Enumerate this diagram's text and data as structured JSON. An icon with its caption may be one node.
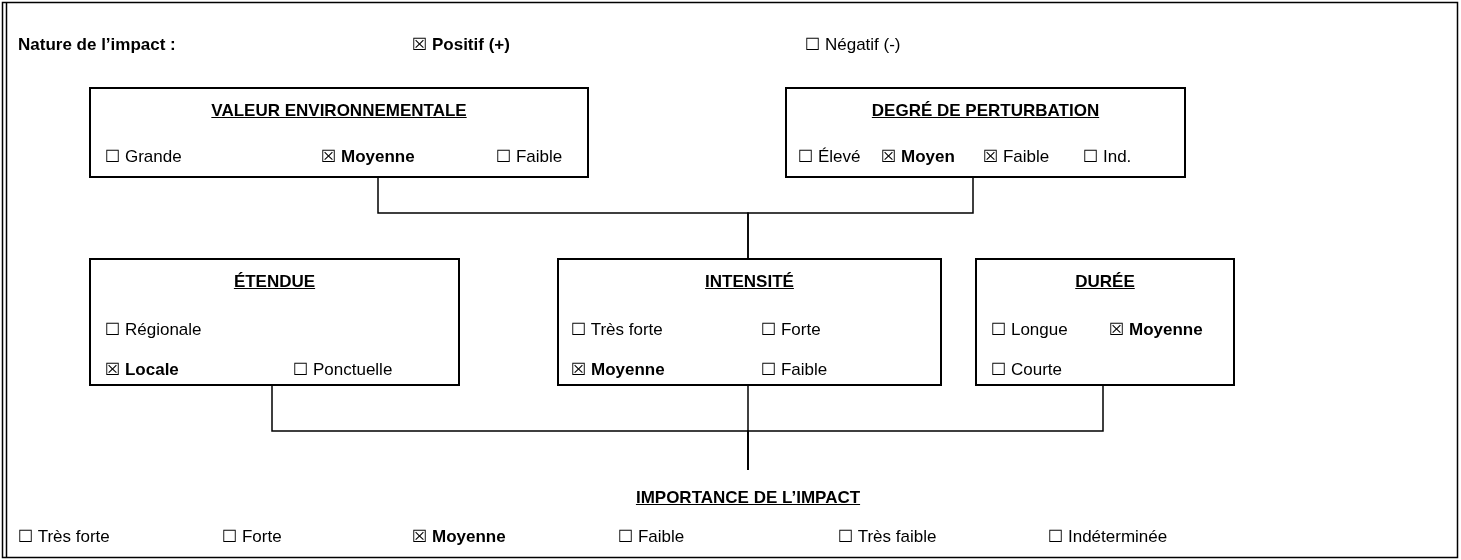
{
  "diagram": {
    "nodes": [
      {
        "text": [
          "VALEUR ENVIRONNEMENTALE",
          "☐ Grande",
          "☒ **Moyenne**",
          "☐ Faible"
        ]
      },
      {
        "text": [
          "DEGRÉ DE PERTURBATION",
          "☐ Élevé",
          "☒ **Moyen**",
          "☒ Faible",
          "☐ Ind."
        ]
      },
      {
        "text": [
          "ÉTENDUE",
          "☐ Régionale",
          "☒ **Locale**",
          "☐ Ponctuelle"
        ]
      },
      {
        "text": [
          "INTENSITÉ",
          "☐ Très forte",
          "☐ Forte",
          "☒ **Moyenne**",
          "☐ Faible"
        ]
      },
      {
        "text": [
          "DURÉE",
          "☐ Longue",
          "☒ **Moyenne**",
          "☐ Courte"
        ]
      },
      {
        "text": [
          "IMPORTANCE DE L’IMPACT"
        ]
      }
    ],
    "edges": [
      {
        "from": 0,
        "to": 3,
        "arrow": "none"
      },
      {
        "from": 1,
        "to": 3,
        "arrow": "none"
      },
      {
        "from": 2,
        "to": 5,
        "arrow": "none"
      },
      {
        "from": 3,
        "to": 5,
        "arrow": "none"
      },
      {
        "from": 4,
        "to": 5,
        "arrow": "none"
      }
    ],
    "labels": [
      "Nature de l’impact :",
      "☒ **Positif (+)**",
      "☐ Négatif (-)",
      "☐ Très forte",
      "☐ Forte",
      "☒ **Moyenne**",
      "☐ Faible",
      "☐ Très faible",
      "☐ Indéterminée"
    ]
  }
}
